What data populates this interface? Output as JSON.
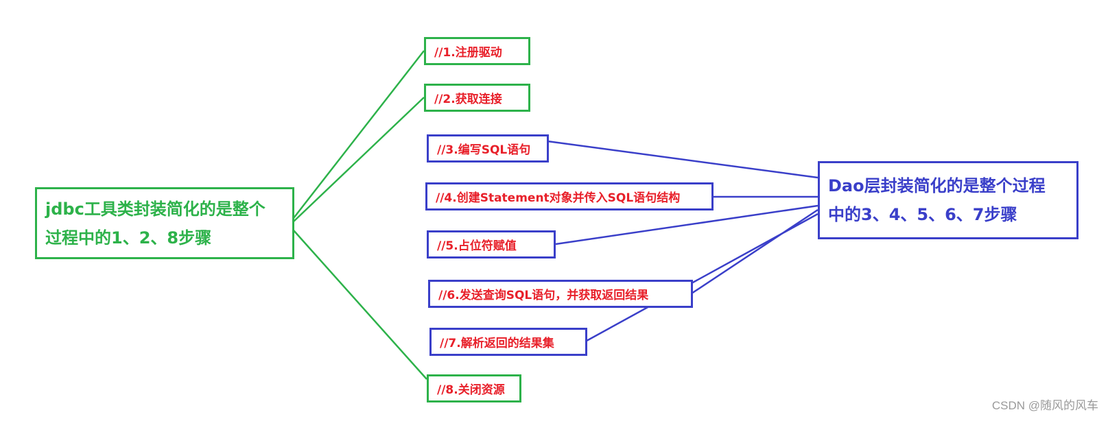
{
  "left_node": {
    "line1": "jdbc工具类封装简化的是整个",
    "line2": "过程中的1、2、8步骤",
    "color": "#2db24a"
  },
  "right_node": {
    "line1": "Dao层封装简化的是整个过程",
    "line2": "中的3、4、5、6、7步骤",
    "color": "#3a3fc9"
  },
  "steps": [
    {
      "label": "//1.注册驱动",
      "group": "jdbc"
    },
    {
      "label": "//2.获取连接",
      "group": "jdbc"
    },
    {
      "label": "//3.编写SQL语句",
      "group": "dao"
    },
    {
      "label": "//4.创建Statement对象并传入SQL语句结构",
      "group": "dao"
    },
    {
      "label": "//5.占位符赋值",
      "group": "dao"
    },
    {
      "label": "//6.发送查询SQL语句，并获取返回结果",
      "group": "dao"
    },
    {
      "label": "//7.解析返回的结果集",
      "group": "dao"
    },
    {
      "label": "//8.关闭资源",
      "group": "jdbc"
    }
  ],
  "step_text_color": "#e8202a",
  "watermark": "CSDN @随风的风车"
}
